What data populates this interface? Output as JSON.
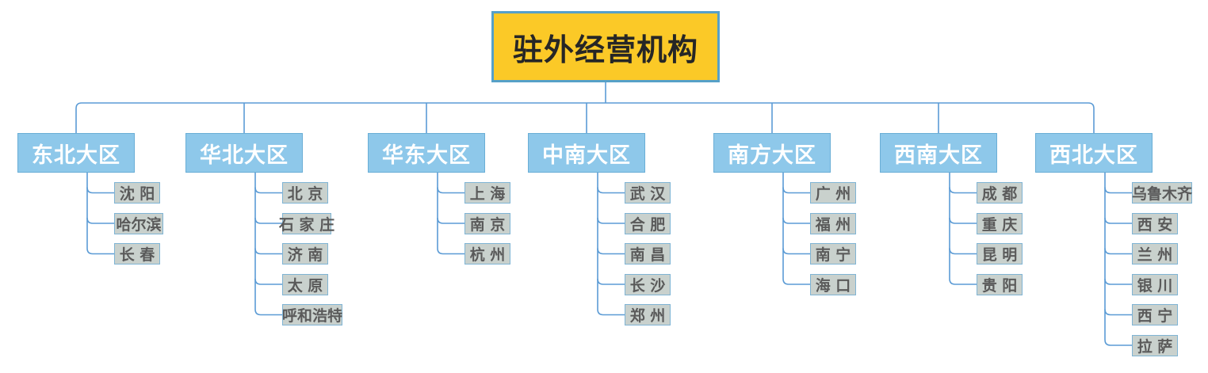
{
  "diagram": {
    "title": "驻外经营机构",
    "type": "organization-tree",
    "colors": {
      "root_fill": "#fbc927",
      "root_border": "#56a0c8",
      "root_text": "#262626",
      "region_fill": "#8ec8ea",
      "region_border": "#6aaed6",
      "region_text": "#ffffff",
      "city_fill": "#c9d1cd",
      "city_border": "#7fb4d4",
      "city_text": "#5a5a5a",
      "connector": "#5b9bd5",
      "background": "#ffffff"
    },
    "root": {
      "label": "驻外经营机构"
    },
    "regions": [
      {
        "label": "东北大区",
        "cities": [
          "沈 阳",
          "哈尔滨",
          "长 春"
        ]
      },
      {
        "label": "华北大区",
        "cities": [
          "北 京",
          "石 家 庄",
          "济 南",
          "太 原",
          "呼和浩特"
        ]
      },
      {
        "label": "华东大区",
        "cities": [
          "上 海",
          "南 京",
          "杭 州"
        ]
      },
      {
        "label": "中南大区",
        "cities": [
          "武 汉",
          "合 肥",
          "南 昌",
          "长 沙",
          "郑 州"
        ]
      },
      {
        "label": "南方大区",
        "cities": [
          "广 州",
          "福 州",
          "南 宁",
          "海 口"
        ]
      },
      {
        "label": "西南大区",
        "cities": [
          "成 都",
          "重 庆",
          "昆 明",
          "贵 阳"
        ]
      },
      {
        "label": "西北大区",
        "cities": [
          "乌鲁木齐",
          "西 安",
          "兰 州",
          "银 川",
          "西 宁",
          "拉 萨"
        ]
      }
    ]
  }
}
